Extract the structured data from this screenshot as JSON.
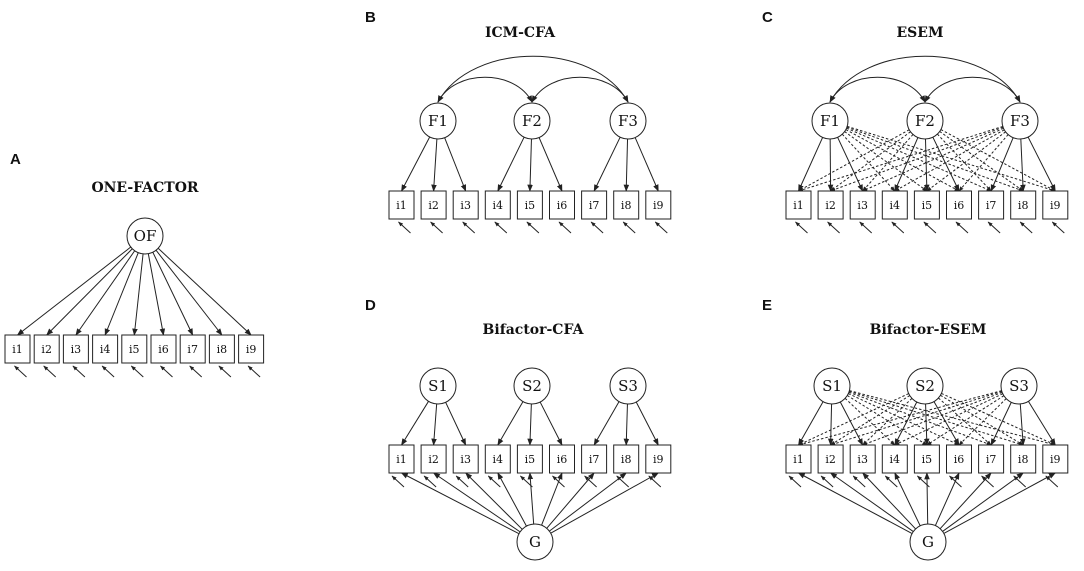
{
  "panels": [
    {
      "id": "A",
      "letter": "A",
      "title": "ONE-FACTOR",
      "factors": [
        "OF"
      ],
      "items": [
        "i1",
        "i2",
        "i3",
        "i4",
        "i5",
        "i6",
        "i7",
        "i8",
        "i9"
      ],
      "model": "one-factor"
    },
    {
      "id": "B",
      "letter": "B",
      "title": "ICM-CFA",
      "factors": [
        "F1",
        "F2",
        "F3"
      ],
      "items": [
        "i1",
        "i2",
        "i3",
        "i4",
        "i5",
        "i6",
        "i7",
        "i8",
        "i9"
      ],
      "model": "icm-cfa"
    },
    {
      "id": "C",
      "letter": "C",
      "title": "ESEM",
      "factors": [
        "F1",
        "F2",
        "F3"
      ],
      "items": [
        "i1",
        "i2",
        "i3",
        "i4",
        "i5",
        "i6",
        "i7",
        "i8",
        "i9"
      ],
      "model": "esem"
    },
    {
      "id": "D",
      "letter": "D",
      "title": "Bifactor-CFA",
      "factors": [
        "S1",
        "S2",
        "S3"
      ],
      "general_factor": "G",
      "items": [
        "i1",
        "i2",
        "i3",
        "i4",
        "i5",
        "i6",
        "i7",
        "i8",
        "i9"
      ],
      "model": "bifactor-cfa"
    },
    {
      "id": "E",
      "letter": "E",
      "title": "Bifactor-ESEM",
      "factors": [
        "S1",
        "S2",
        "S3"
      ],
      "general_factor": "G",
      "items": [
        "i1",
        "i2",
        "i3",
        "i4",
        "i5",
        "i6",
        "i7",
        "i8",
        "i9"
      ],
      "model": "bifactor-esem"
    }
  ],
  "colors": {
    "stroke": "#222222",
    "background": "#ffffff"
  }
}
